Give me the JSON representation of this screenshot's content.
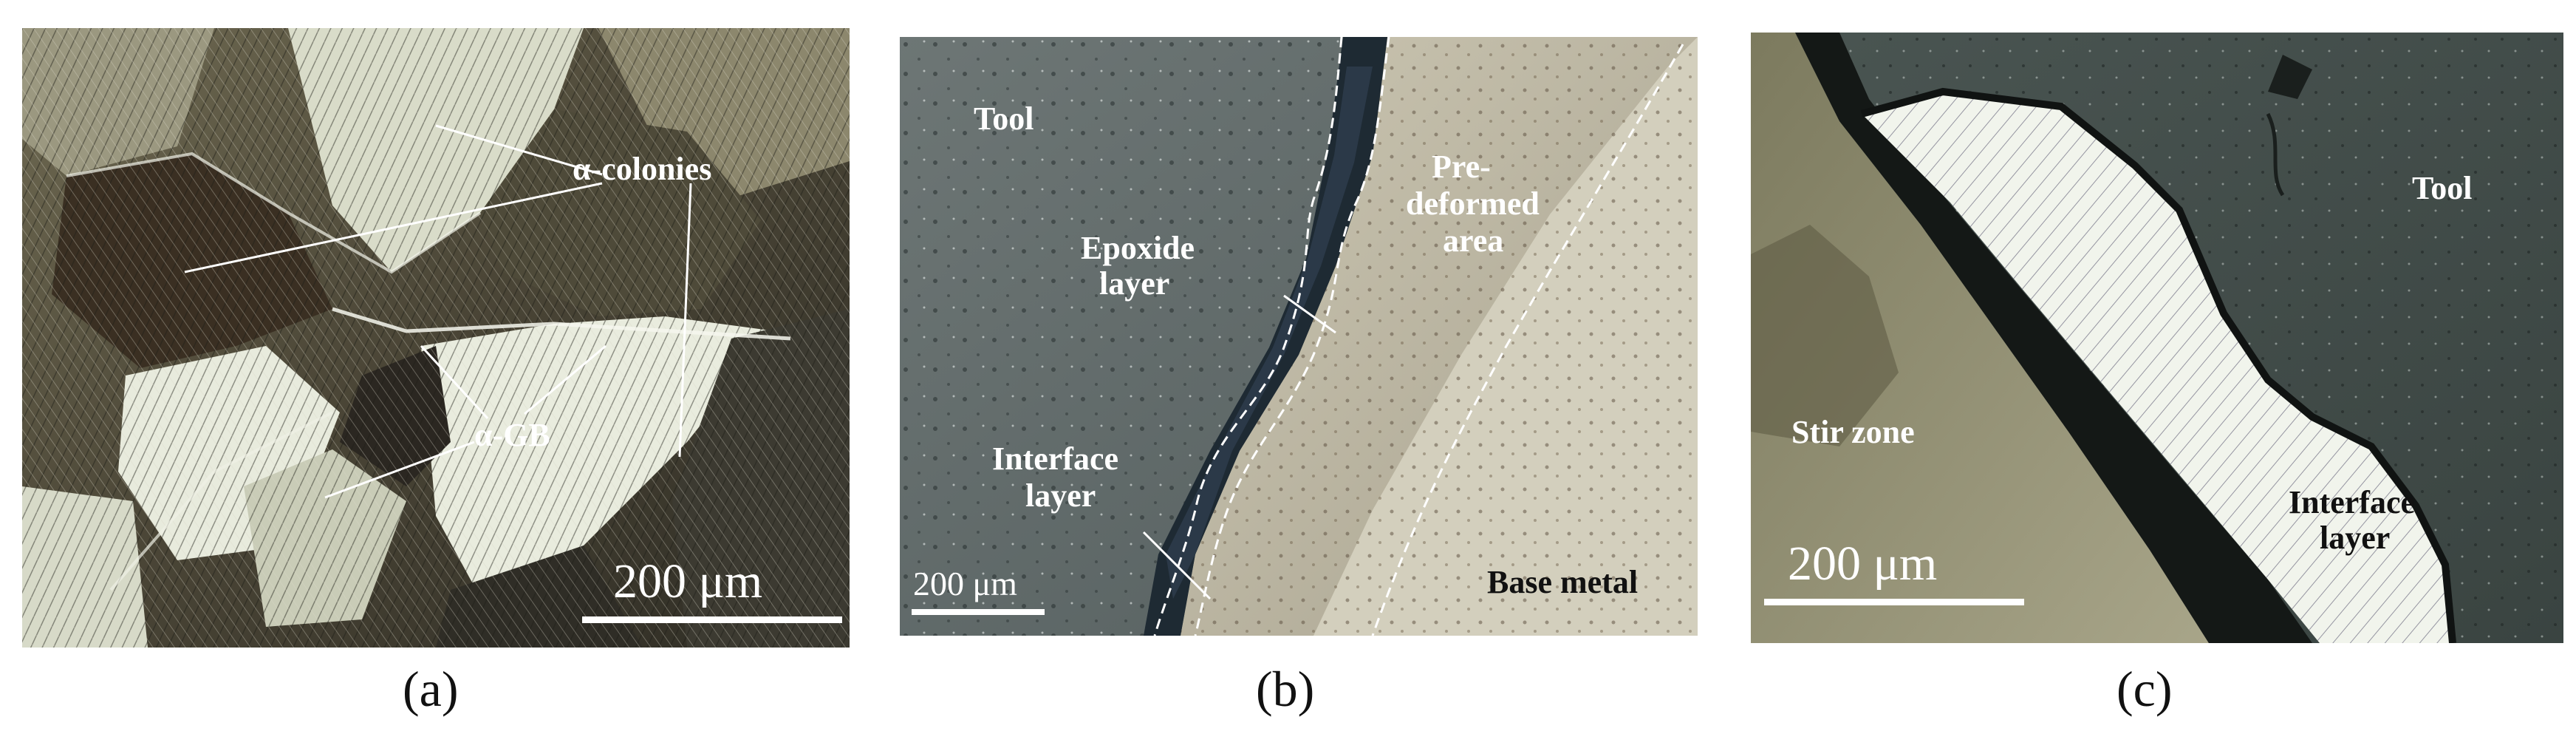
{
  "panels": {
    "a": {
      "caption": "(a)",
      "labels": {
        "alpha_colonies": "α-colonies",
        "alpha_gb": "α-GB"
      },
      "scale_bar": "200 μm"
    },
    "b": {
      "caption": "(b)",
      "labels": {
        "tool": "Tool",
        "epoxide_line1": "Epoxide",
        "epoxide_line2": "layer",
        "interface_line1": "Interface",
        "interface_line2": "layer",
        "predeformed_line1": "Pre-",
        "predeformed_line2": "deformed",
        "predeformed_line3": "area",
        "base_metal": "Base metal"
      },
      "scale_bar": "200 μm"
    },
    "c": {
      "caption": "(c)",
      "labels": {
        "tool": "Tool",
        "stir_zone": "Stir zone",
        "interface_line1": "Interface",
        "interface_line2": "layer"
      },
      "scale_bar": "200 μm"
    }
  }
}
